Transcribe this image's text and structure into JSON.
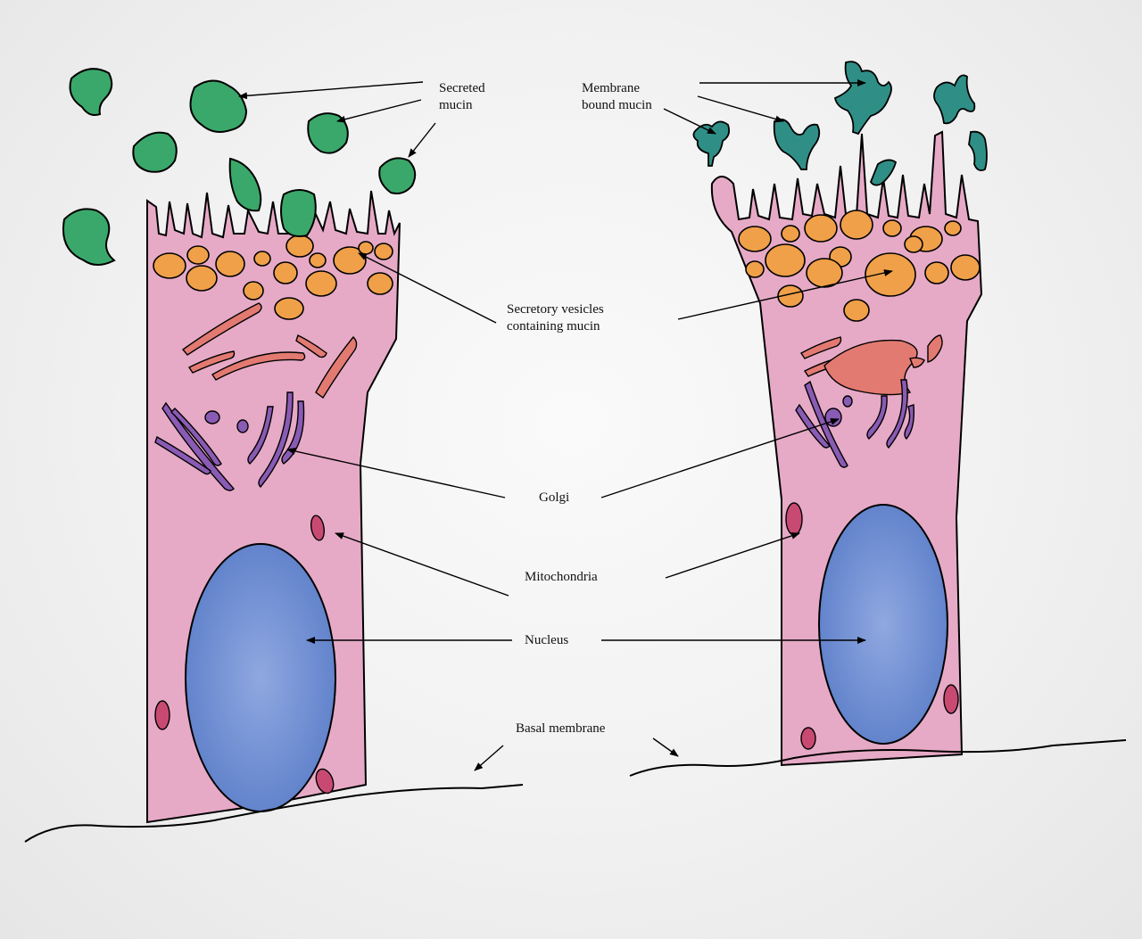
{
  "labels": {
    "secreted_mucin": [
      "Secreted",
      "mucin"
    ],
    "membrane_bound_mucin": [
      "Membrane",
      "bound mucin"
    ],
    "secretory_vesicles": [
      "Secretory vesicles",
      "containing  mucin"
    ],
    "golgi": "Golgi",
    "mitochondria": "Mitochondria",
    "nucleus": "Nucleus",
    "basal_membrane": "Basal membrane"
  },
  "colors": {
    "cytoplasm": "#e4a6c2",
    "mucin": "#3aa86a",
    "membrane_mucin": "#2f8f86",
    "vesicle": "#f0a048",
    "er": "#e0706a",
    "golgi": "#8a5bb4",
    "mitochondria": "#c0406a",
    "nucleus": "#6a8cd0"
  }
}
